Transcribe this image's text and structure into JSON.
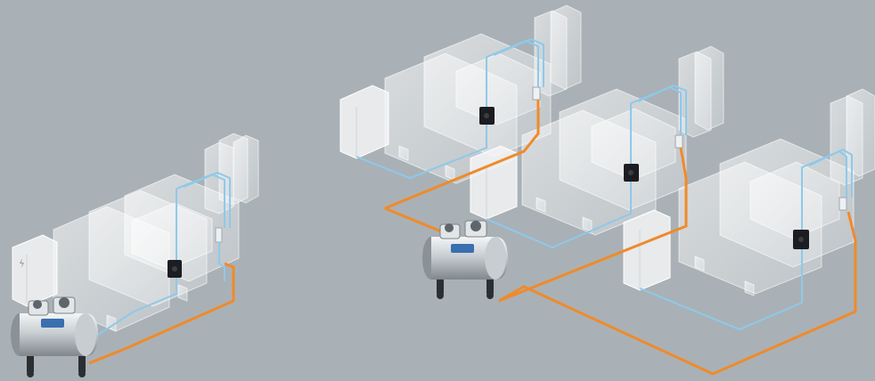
{
  "colors": {
    "background": "#a9b1b6",
    "supply_pipe": "#f08a2a",
    "return_pipe": "#8ec9ea",
    "machine_ghost": "#ffffff",
    "control_box": "#1b1d20",
    "tank_body": "#d9dde0"
  },
  "scenes": [
    {
      "id": "single-machine-setup",
      "machines": 1,
      "compressors": 1,
      "cabinets": 1,
      "tank_label": ""
    },
    {
      "id": "multi-machine-setup",
      "machines": 3,
      "compressors": 1,
      "cabinets": 3,
      "tank_label": ""
    }
  ],
  "icons": [
    "control-box-icon",
    "compressor-icon",
    "cabinet-icon",
    "valve-icon"
  ]
}
